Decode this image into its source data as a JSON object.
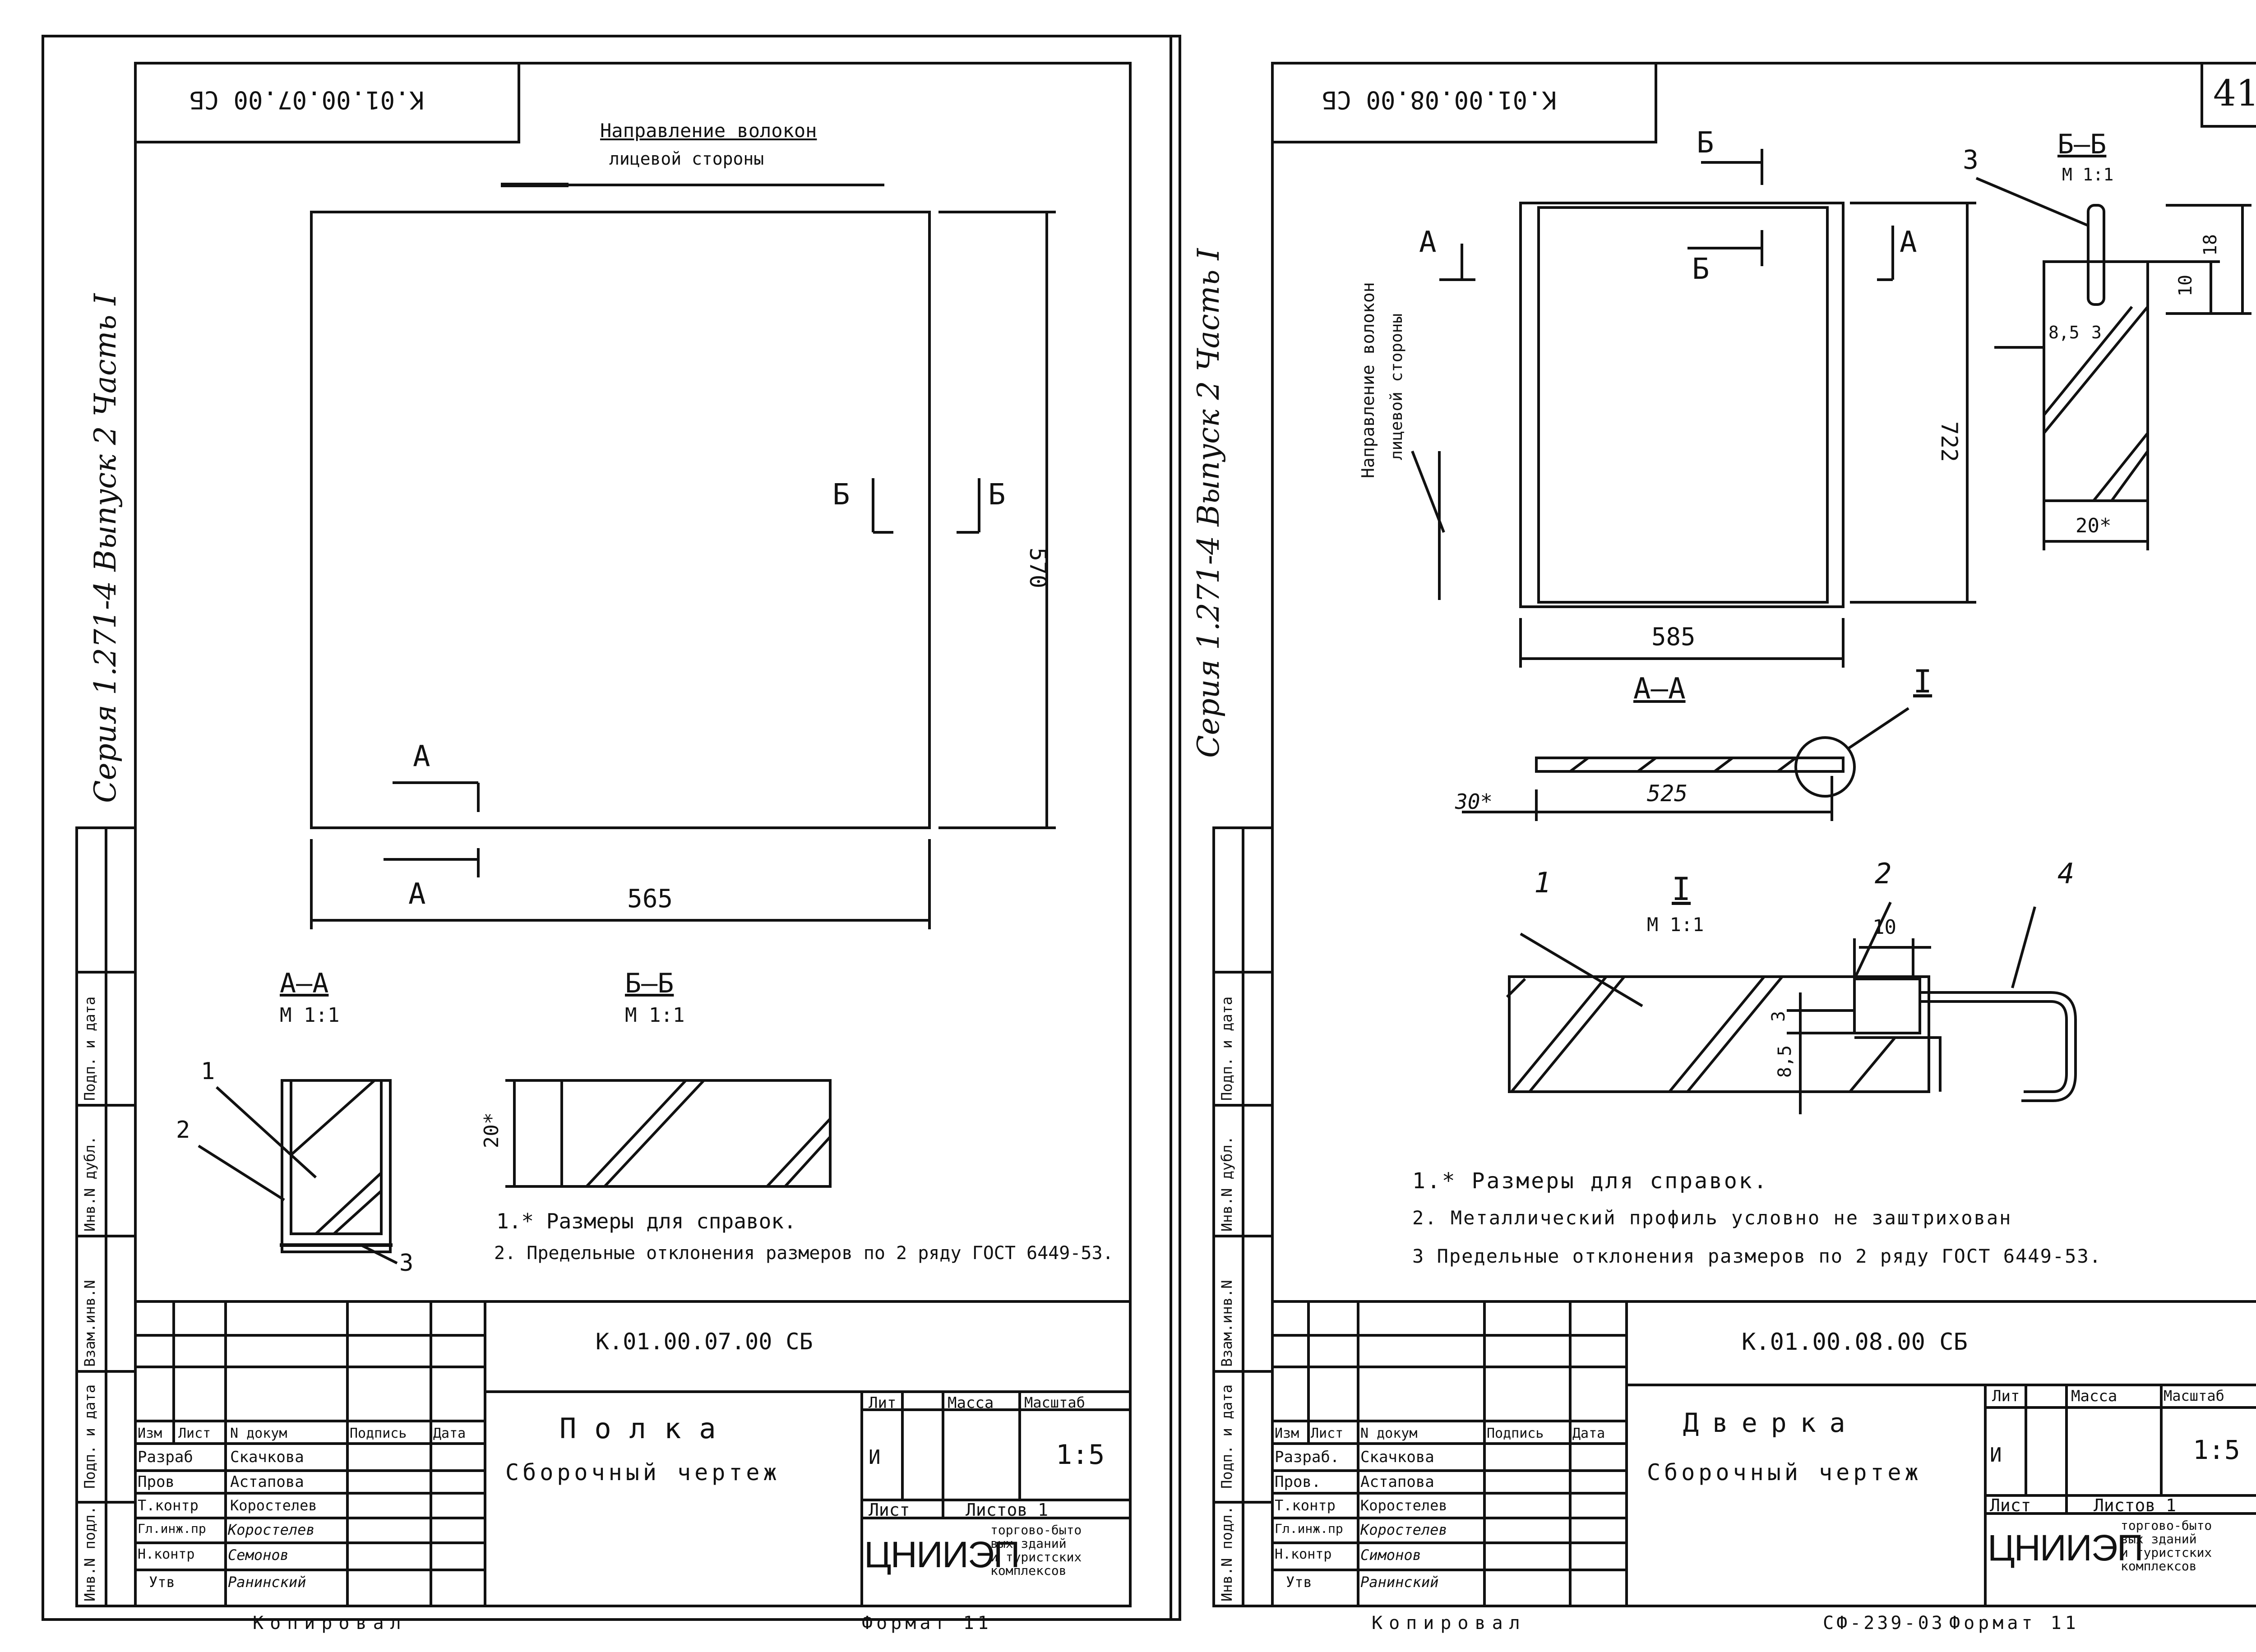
{
  "page_number": "41",
  "footer": {
    "copied": "Копировал",
    "format": "Формат 11",
    "sheet_code": "СФ-239-03"
  },
  "left": {
    "doc_code": "К.01.00.07.00 СБ",
    "series_text": "Серия 1.271-4 Выпуск 2 Часть I",
    "fiber_label": "Направление волокон",
    "fiber_label2": "лицевой стороны",
    "dims": {
      "width": "565",
      "height": "570",
      "thickness": "20*"
    },
    "section_a": "А",
    "section_b": "Б",
    "section_aa_title": "А—А",
    "section_aa_scale": "М 1:1",
    "section_bb_title": "Б—Б",
    "section_bb_scale": "М 1:1",
    "callouts": [
      "1",
      "2",
      "3"
    ],
    "notes": [
      "1.* Размеры для справок.",
      "2. Предельные отклонения размеров по 2 ряду ГОСТ 6449-53."
    ],
    "title_block": {
      "code": "К.01.00.07.00 СБ",
      "name": "Полка",
      "doc_type": "Сборочный чертеж",
      "headers": [
        "Изм",
        "Лист",
        "N докум",
        "Подпись",
        "Дата"
      ],
      "rows": [
        {
          "role": "Разраб",
          "name": "Скачкова"
        },
        {
          "role": "Пров",
          "name": "Астапова"
        },
        {
          "role": "Т.контр",
          "name": "Коростелев"
        },
        {
          "role": "Гл.инж.пр",
          "name": "Коростелев"
        },
        {
          "role": "Н.контр",
          "name": "Семонов"
        },
        {
          "role": "Утв",
          "name": "Ранинский"
        }
      ],
      "lit_label": "Лит",
      "mass_label": "Масса",
      "scale_label": "Масштаб",
      "lit_value": "И",
      "scale_value": "1:5",
      "sheet_label": "Лист",
      "sheets_label": "Листов 1",
      "org": "ЦНИИЭП",
      "org_desc": [
        "торгово-быто",
        "вых зданий",
        "и туристских",
        "комплексов"
      ]
    },
    "side_stamp": [
      "Инв.N подл.",
      "Подп. и дата",
      "Взам.инв.N",
      "Инв.N дубл.",
      "Подп. и дата"
    ]
  },
  "right": {
    "doc_code": "К.01.00.08.00 СБ",
    "series_text": "Серия 1.271-4 Выпуск 2 Часть I",
    "fiber_label": "Направление волокон",
    "fiber_label2": "лицевой стороны",
    "dims": {
      "width": "585",
      "height": "722",
      "section_len": "525",
      "section_off": "30*",
      "bb_width": "20*",
      "bb_10": "10",
      "bb_18": "18",
      "bb_85": "8,5",
      "bb_3": "3",
      "detail_10": "10",
      "detail_3": "3",
      "detail_85": "8,5"
    },
    "section_a": "А",
    "section_b": "Б",
    "section_aa_title": "А—А",
    "section_bb_title": "Б—Б",
    "section_bb_scale": "М 1:1",
    "detail_mark": "I",
    "detail_title": "I",
    "detail_scale": "М 1:1",
    "callouts": [
      "1",
      "2",
      "3",
      "4"
    ],
    "notes": [
      "1.* Размеры для справок.",
      "2. Металлический профиль условно не заштрихован",
      "3 Предельные отклонения размеров по 2 ряду ГОСТ 6449-53."
    ],
    "title_block": {
      "code": "К.01.00.08.00 СБ",
      "name": "Дверка",
      "doc_type": "Сборочный чертеж",
      "headers": [
        "Изм",
        "Лист",
        "N докум",
        "Подпись",
        "Дата"
      ],
      "rows": [
        {
          "role": "Разраб.",
          "name": "Скачкова"
        },
        {
          "role": "Пров.",
          "name": "Астапова"
        },
        {
          "role": "Т.контр",
          "name": "Коростелев"
        },
        {
          "role": "Гл.инж.пр",
          "name": "Коростелев"
        },
        {
          "role": "Н.контр",
          "name": "Симонов"
        },
        {
          "role": "Утв",
          "name": "Ранинский"
        }
      ],
      "lit_label": "Лит",
      "mass_label": "Масса",
      "scale_label": "Масштаб",
      "lit_value": "И",
      "scale_value": "1:5",
      "sheet_label": "Лист",
      "sheets_label": "Листов 1",
      "org": "ЦНИИЭП",
      "org_desc": [
        "торгово-быто",
        "вых зданий",
        "и туристских",
        "комплексов"
      ]
    },
    "side_stamp": [
      "Инв.N подл.",
      "Подп. и дата",
      "Взам.инв.N",
      "Инв.N дубл.",
      "Подп. и дата"
    ]
  }
}
